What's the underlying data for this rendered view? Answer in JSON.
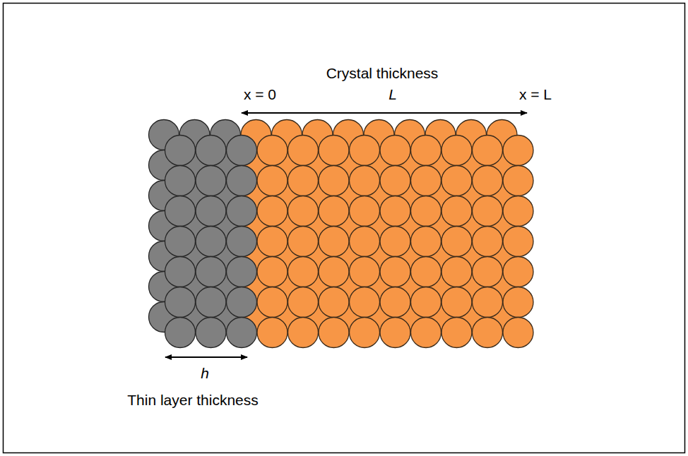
{
  "diagram": {
    "labels": [
      "Crystal thickness",
      "x = 0",
      "L",
      "x = L",
      "h",
      "Thin layer thickness"
    ]
  }
}
